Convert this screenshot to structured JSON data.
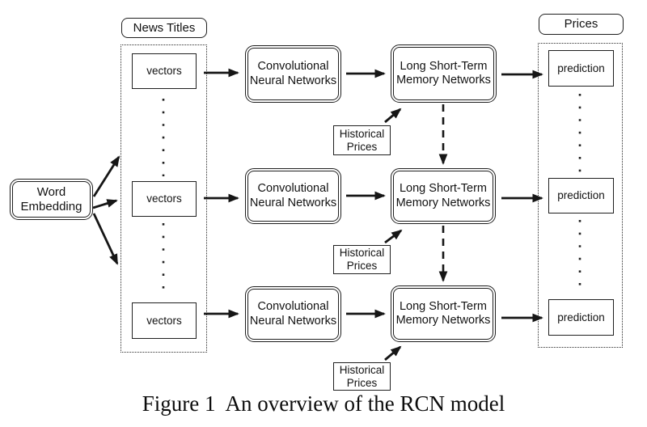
{
  "colors": {
    "ink": "#1f1f1f",
    "background": "#ffffff"
  },
  "headers": {
    "news_titles": "News Titles",
    "prices": "Prices"
  },
  "word_embedding": {
    "label": "Word\nEmbedding"
  },
  "rows": [
    {
      "vectors": "vectors",
      "cnn": "Convolutional\nNeural Networks",
      "lstm": "Long Short-Term\nMemory Networks",
      "historical_prices": "Historical\nPrices",
      "prediction": "prediction"
    },
    {
      "vectors": "vectors",
      "cnn": "Convolutional\nNeural Networks",
      "lstm": "Long Short-Term\nMemory Networks",
      "historical_prices": "Historical\nPrices",
      "prediction": "prediction"
    },
    {
      "vectors": "vectors",
      "cnn": "Convolutional\nNeural Networks",
      "lstm": "Long Short-Term\nMemory Networks",
      "historical_prices": "Historical\nPrices",
      "prediction": "prediction"
    }
  ],
  "caption": "Figure 1  An overview of the RCN model"
}
